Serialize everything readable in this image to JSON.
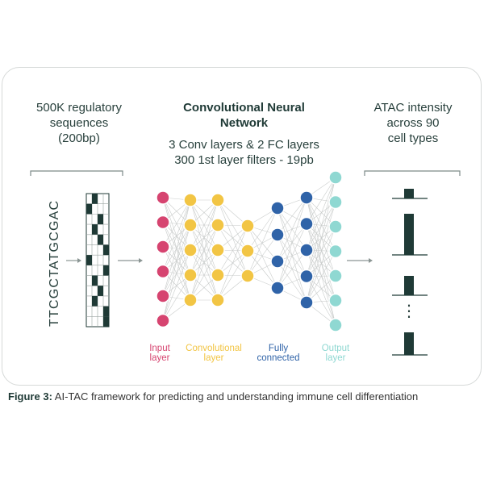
{
  "left_heading": "500K regulatory sequences (200bp)",
  "left_heading_lines": [
    "500K regulatory",
    "sequences",
    "(200bp)"
  ],
  "middle_title_lines": [
    "Convolutional Neural",
    "Network"
  ],
  "middle_sub_lines": [
    "3 Conv layers & 2 FC layers",
    "300 1st layer filters - 19pb"
  ],
  "right_heading_lines": [
    "ATAC intensity",
    "across 90",
    "cell types"
  ],
  "sequence": "TTCGCTATGCGAC",
  "legend": {
    "input": [
      "Input",
      "layer"
    ],
    "conv": [
      "Convolutional",
      "layer"
    ],
    "fc": [
      "Fully",
      "connected"
    ],
    "output": [
      "Output",
      "layer"
    ]
  },
  "ellipsis": "⋮",
  "caption": {
    "label": "Figure 3:",
    "text": " AI-TAC framework for predicting and understanding immune cell differentiation"
  },
  "colors": {
    "input": "#d64470",
    "conv": "#f2c544",
    "fc": "#2f63a8",
    "output": "#8fd8d2",
    "dark": "#1f3a36",
    "line": "#c9cccb"
  }
}
